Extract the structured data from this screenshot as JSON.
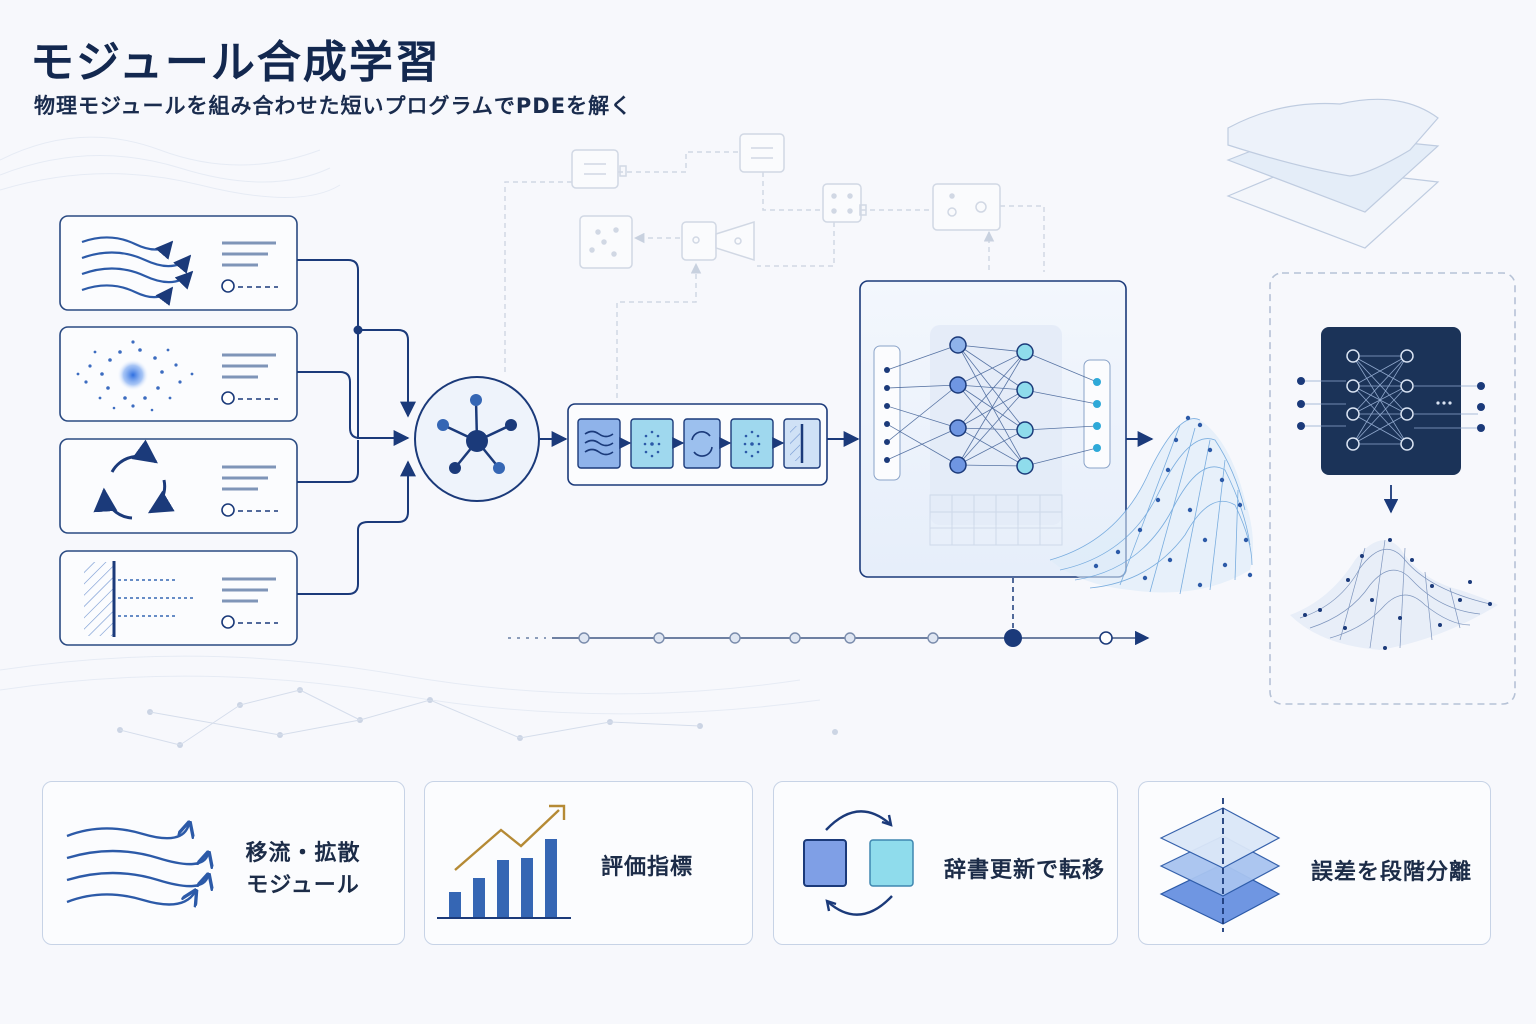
{
  "header": {
    "title": "モジュール合成学習",
    "subtitle": "物理モジュールを組み合わせた短いプログラムでPDEを解く"
  },
  "modules": [
    {
      "icon": "advection-waves-icon"
    },
    {
      "icon": "diffusion-particles-icon"
    },
    {
      "icon": "cycle-arrows-icon"
    },
    {
      "icon": "boundary-wall-icon"
    }
  ],
  "cards": [
    {
      "icon": "advection-waves-icon",
      "label_line1": "移流・拡散",
      "label_line2": "モジュール"
    },
    {
      "icon": "bar-chart-trend-icon",
      "label": "評価指標"
    },
    {
      "icon": "swap-blocks-icon",
      "label": "辞書更新で転移"
    },
    {
      "icon": "layered-planes-icon",
      "label": "誤差を段階分離"
    }
  ],
  "colors": {
    "navy": "#1b3a7a",
    "dark_panel": "#1b3358",
    "accent_blue": "#3566b4",
    "light_blue": "#8fb3ea",
    "cyan": "#8fdcec",
    "gold": "#b58a35",
    "background": "#f7f8fc"
  }
}
